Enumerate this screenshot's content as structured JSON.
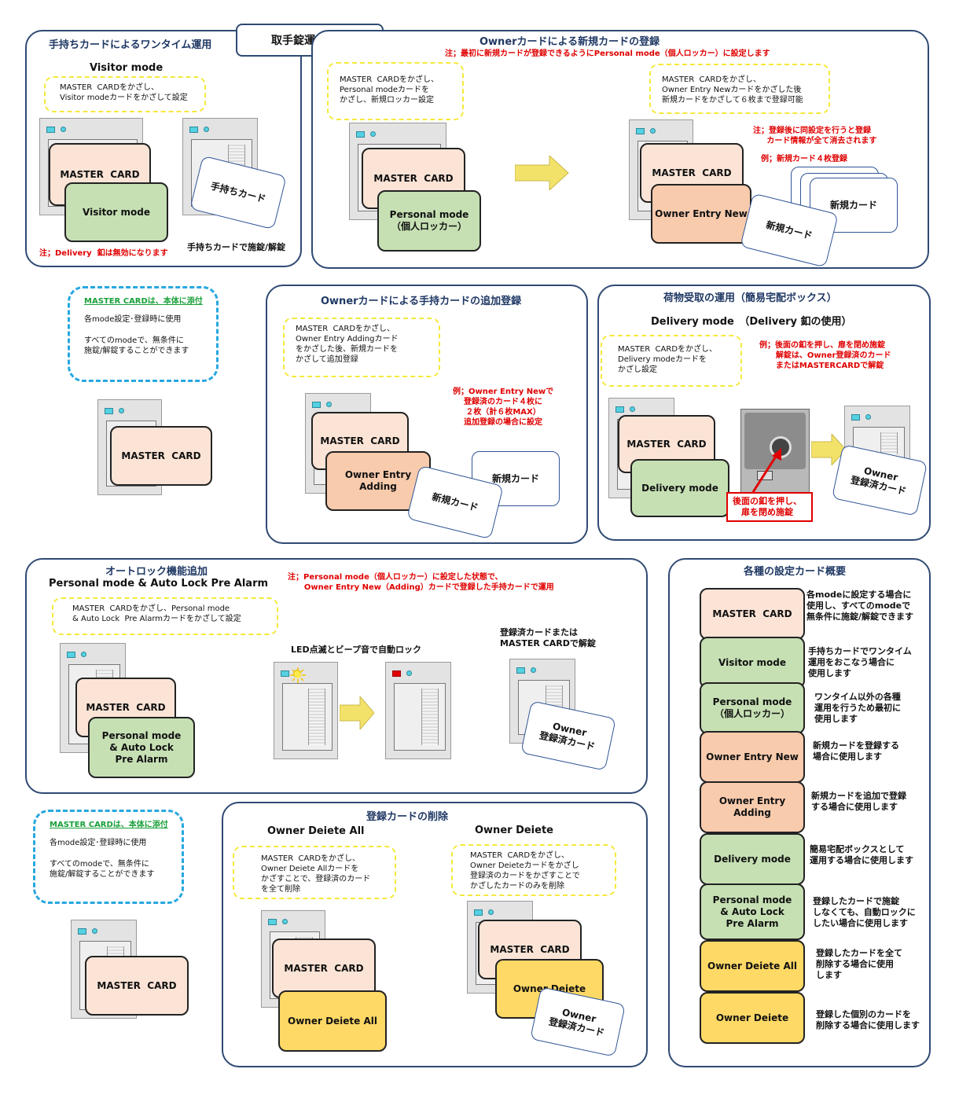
{
  "title": "取手錠運用設定",
  "p1": {
    "title": "手持ちカードによるワンタイム運用",
    "sub": "Visitor mode",
    "instr": "MASTER  CARDをかざし、\nVisitor modeカードをかざして設定",
    "card_master": "MASTER  CARD",
    "card_visitor": "Visitor mode",
    "card_hand": "手持ちカード",
    "note": "注；Delivery  釦は無効になります",
    "caption": "手持ちカードで施錠/解錠"
  },
  "p2": {
    "title": "Ownerカードによる新規カードの登録",
    "note_top": "注；最初に新規カードが登録できるようにPersonal mode（個人ロッカー）に設定します",
    "instr1": "MASTER  CARDをかざし、\nPersonal modeカードを\nかざし、新規ロッカー設定",
    "instr2": "MASTER  CARDをかざし、\nOwner Entry Newカードをかざした後\n新規カードをかざして６枚まで登録可能",
    "note2": "注；登録後に同設定を行うと登録\n     カード情報が全て消去されます",
    "note3": "例；新規カード４枚登録",
    "card_master": "MASTER  CARD",
    "card_personal": "Personal mode\n（個人ロッカー）",
    "card_oen": "Owner Entry New",
    "card_new": "新規カード"
  },
  "blue1": {
    "head": "MASTER CARDは、本体に添付",
    "l1": "各mode設定･登録時に使用",
    "l2": "すべてのmodeで、無条件に\n施錠/解錠することができます"
  },
  "master_only": "MASTER  CARD",
  "p3": {
    "title": "Ownerカードによる手持カードの追加登録",
    "instr": "MASTER  CARDをかざし、\nOwner Entry Addingカード\nをかざした後、新規カードを\nかざして追加登録",
    "note": "例；Owner Entry Newで\n登録済のカード４枚に\n２枚（計６枚MAX）\n追加登録の場合に設定",
    "card_master": "MASTER  CARD",
    "card_adding": "Owner Entry\nAdding",
    "card_new1": "新規カード",
    "card_new2": "新規カード"
  },
  "p4": {
    "title": "荷物受取の運用（簡易宅配ボックス）",
    "sub": "Delivery mode　（Delivery  釦の使用）",
    "instr": "MASTER  CARDをかざし、\nDelivery modeカードを\nかざし設定",
    "note": "例；後面の釦を押し、扉を閉め施錠\n      解錠は、Owner登録済のカード\n      またはMASTERCARDで解錠",
    "card_master": "MASTER  CARD",
    "card_delivery": "Delivery mode",
    "callout": "後面の釦を押し、\n扉を閉め施錠",
    "card_owner": "Owner\n登録済カード"
  },
  "p5": {
    "title": "オートロック機能追加",
    "sub": "Personal mode  & Auto Lock  Pre Alarm",
    "note": "注；Personal mode（個人ロッカー）に設定した状態で、\n      Owner Entry New（Adding）カードで登録した手持カードで運用",
    "instr": "MASTER  CARDをかざし、Personal mode\n& Auto Lock  Pre Alarmカードをかざして設定",
    "led_caption": "LED点滅とビープ音で自動ロック",
    "unlock_caption": "登録済カードまたは\nMASTER CARDで解錠",
    "card_master": "MASTER  CARD",
    "card_pal": "Personal mode\n& Auto Lock\nPre Alarm",
    "card_owner": "Owner\n登録済カード"
  },
  "blue2": {
    "head": "MASTER CARDは、本体に添付",
    "l1": "各mode設定･登録時に使用",
    "l2": "すべてのmodeで、無条件に\n施錠/解錠することができます"
  },
  "master_only2": "MASTER  CARD",
  "p6": {
    "title": "登録カードの削除",
    "sub1": "Owner Deiete All",
    "sub2": "Owner Deiete",
    "instr1": "MASTER  CARDをかざし、\nOwner Deiete Allカードを\nかざすことで、登録済のカード\nを全て削除",
    "instr2": "MASTER  CARDをかざし、\nOwner Deieteカードをかざし\n登録済のカードをかざすことで\nかざしたカードのみを削除",
    "card_master": "MASTER  CARD",
    "card_da": "Owner Deiete All",
    "card_d": "Owner Deiete",
    "card_owner": "Owner\n登録済カード"
  },
  "legend": {
    "title": "各種の設定カード概要",
    "items": [
      {
        "card": "MASTER  CARD",
        "desc": "各modeに設定する場合に\n使用し、すべてのmodeで\n無条件に施錠/解錠できます"
      },
      {
        "card": "Visitor mode",
        "desc": "手持ちカードでワンタイム\n運用をおこなう場合に\n使用します"
      },
      {
        "card": "Personal mode\n（個人ロッカー）",
        "desc": "ワンタイム以外の各種\n運用を行うため最初に\n使用します"
      },
      {
        "card": "Owner Entry New",
        "desc": "新規カードを登録する\n場合に使用します"
      },
      {
        "card": "Owner Entry\nAdding",
        "desc": "新規カードを追加で登録\nする場合に使用します"
      },
      {
        "card": "Delivery mode",
        "desc": "簡易宅配ボックスとして\n運用する場合に使用します"
      },
      {
        "card": "Personal mode\n& Auto Lock\nPre Alarm",
        "desc": "登録したカードで施錠\nしなくても、自動ロックに\nしたい場合に使用します"
      },
      {
        "card": "Owner Deiete All",
        "desc": "登録したカードを全て\n削除する場合に使用\nします"
      },
      {
        "card": "Owner Deiete",
        "desc": "登録した個別のカードを\n削除する場合に使用します"
      }
    ]
  },
  "colors": {
    "panel_border": "#2f4a73",
    "master": "#fbe4d6",
    "green": "#c6e0b4",
    "orange": "#f8cbad",
    "yellow": "#ffd966",
    "note_red": "#e00000"
  }
}
